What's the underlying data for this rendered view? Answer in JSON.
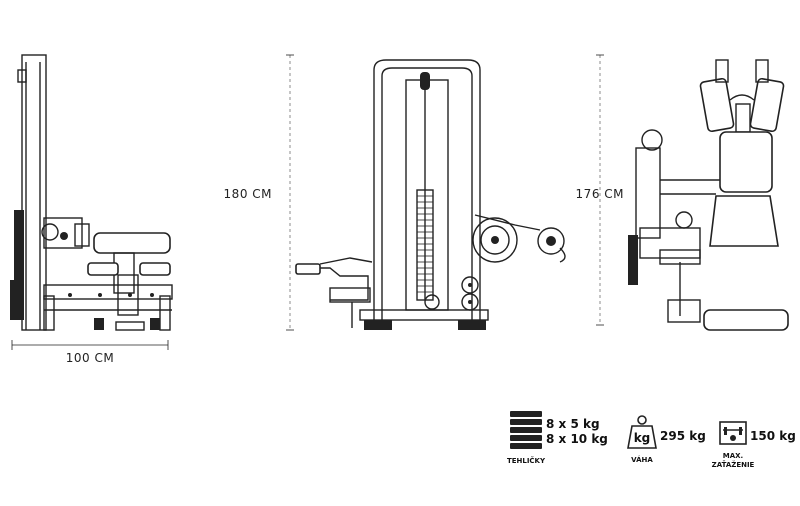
{
  "dimensions": {
    "width_label": "100 CM",
    "height_label": "180 CM",
    "depth_label": "176 CM"
  },
  "specs": {
    "plates": {
      "icon": "weight-stack-icon",
      "line1": "8 x 5 kg",
      "line2": "8 x 10 kg",
      "caption": "TEHLIČKY"
    },
    "weight": {
      "icon": "kg-weight-icon",
      "badge": "kg",
      "value": "295 kg",
      "caption": "VÁHA"
    },
    "max_load": {
      "icon": "max-load-icon",
      "value": "150 kg",
      "caption_line1": "MAX.",
      "caption_line2": "ZAŤAŽENIE"
    }
  },
  "colors": {
    "ink": "#222222",
    "background": "#ffffff"
  }
}
